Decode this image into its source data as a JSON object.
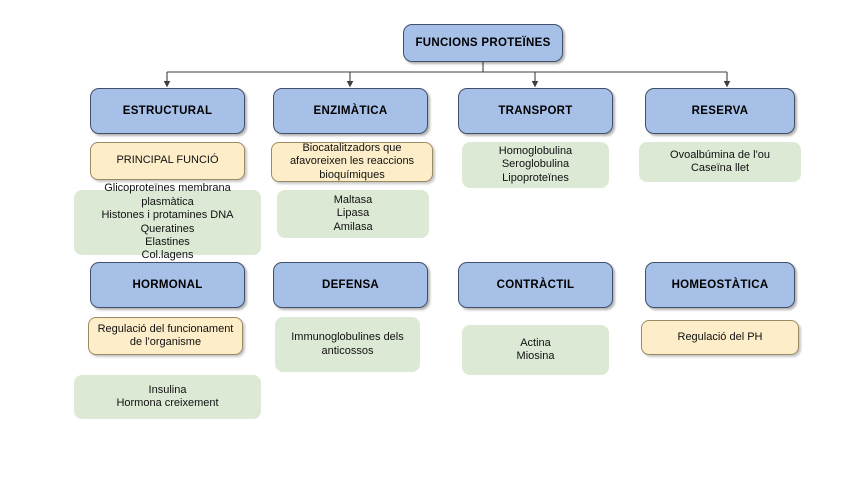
{
  "diagram": {
    "title": "FUNCIONS PROTEÏNES",
    "language": "ca",
    "colors": {
      "category_fill": "#a7c0e8",
      "category_border": "#41506b",
      "definition_fill": "#fdeec9",
      "definition_border": "#9a8a62",
      "examples_fill": "#dce9d5",
      "connector": "#3f3f3f",
      "background": "#ffffff",
      "text": "#111111"
    },
    "root": {
      "label": "FUNCIONS PROTEÏNES"
    },
    "branches": [
      {
        "id": "estructural",
        "label": "ESTRUCTURAL",
        "definition": "PRINCIPAL FUNCIÓ",
        "examples": "Glicoproteïnes membrana plasmàtica\nHistones i protamines DNA\nQueratines\nElastines\nCol.lagens"
      },
      {
        "id": "enzimatica",
        "label": "ENZIMÀTICA",
        "definition": "Biocatalitzadors que afavoreixen les reaccions bioquímiques",
        "examples": "Maltasa\nLipasa\nAmilasa"
      },
      {
        "id": "transport",
        "label": "TRANSPORT",
        "definition": null,
        "examples": "Homoglobulina\nSeroglobulina\nLipoproteïnes"
      },
      {
        "id": "reserva",
        "label": "RESERVA",
        "definition": null,
        "examples": "Ovoalbúmina de l'ou\nCaseïna llet"
      },
      {
        "id": "hormonal",
        "label": "HORMONAL",
        "definition": "Regulació del funcionament de l'organisme",
        "examples": "Insulina\nHormona creixement"
      },
      {
        "id": "defensa",
        "label": "DEFENSA",
        "definition": null,
        "examples": "Immunoglobulines dels anticossos"
      },
      {
        "id": "contractil",
        "label": "CONTRÀCTIL",
        "definition": null,
        "examples": "Actina\nMiosina"
      },
      {
        "id": "homeostatica",
        "label": "HOMEOSTÀTICA",
        "definition": "Regulació del PH",
        "examples": null
      }
    ]
  }
}
